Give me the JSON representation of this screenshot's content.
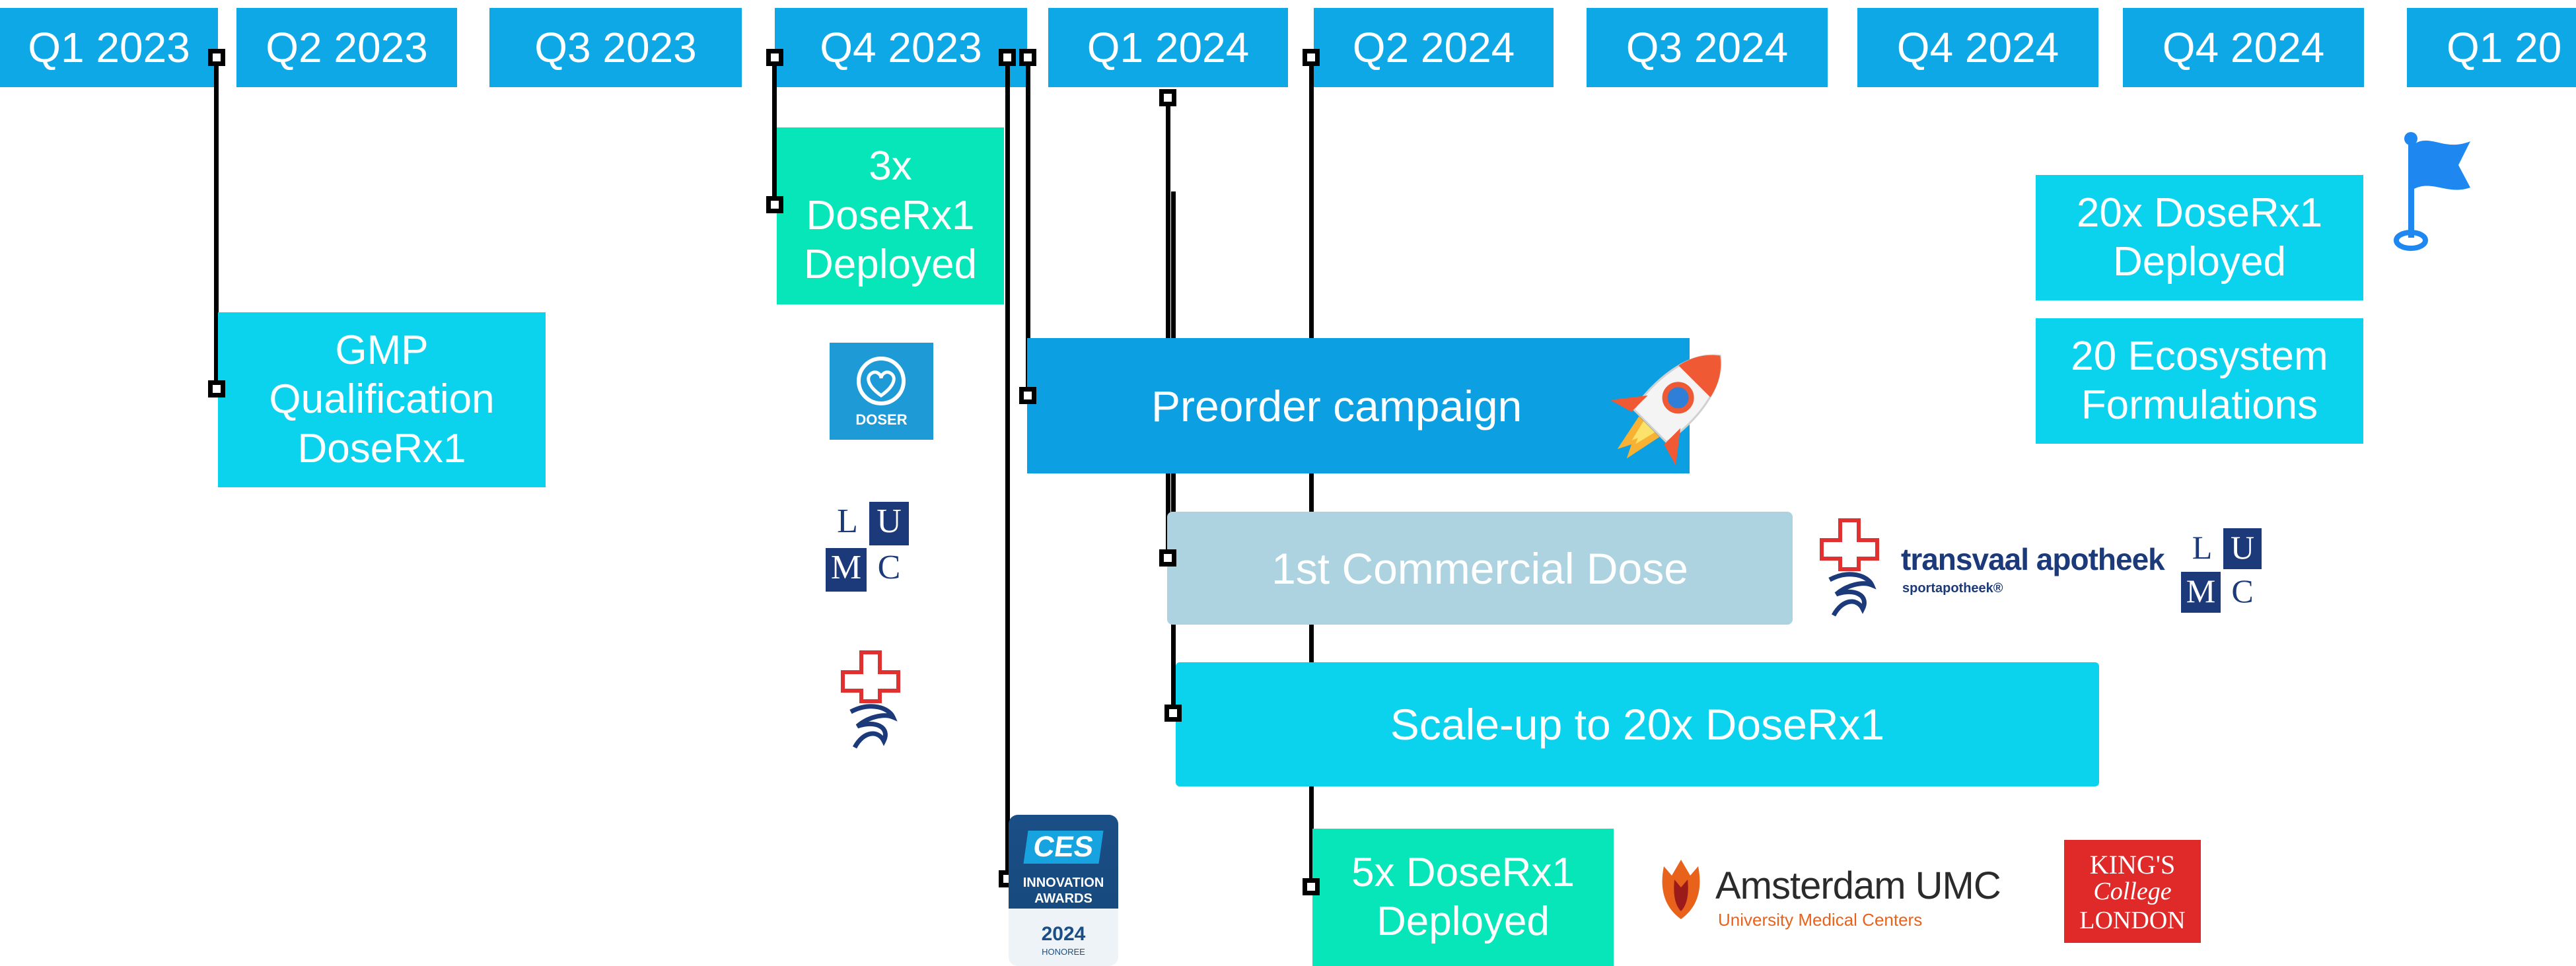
{
  "quarters": [
    "Q1 2023",
    "Q2 2023",
    "Q3 2023",
    "Q4 2023",
    "Q1 2024",
    "Q2 2024",
    "Q3 2024",
    "Q4 2024",
    "Q4 2024",
    "Q1 20"
  ],
  "milestones": {
    "gmp": [
      "GMP",
      "Qualification",
      "DoseRx1"
    ],
    "deployed_3x": [
      "3x",
      "DoseRx1",
      "Deployed"
    ],
    "preorder": "Preorder campaign",
    "first_dose": "1st Commercial Dose",
    "scale_up": "Scale-up to 20x DoseRx1",
    "deployed_5x": [
      "5x DoseRx1",
      "Deployed"
    ],
    "deployed_20x": [
      "20x DoseRx1",
      "Deployed"
    ],
    "ecosystem": [
      "20 Ecosystem",
      "Formulations"
    ]
  },
  "logos": {
    "doser": "DOSER",
    "lumc": [
      "L",
      "U",
      "M",
      "C"
    ],
    "transvaal": [
      "transvaal apotheek",
      "sportapotheek®"
    ],
    "ces": [
      "CES",
      "INNOVATION",
      "AWARDS",
      "2024",
      "HONOREE"
    ],
    "amsterdam": [
      "Amsterdam UMC",
      "University Medical Centers"
    ],
    "kings": [
      "KING'S",
      "College",
      "LONDON"
    ]
  },
  "icons": [
    "rocket-icon",
    "flag-icon",
    "pharmacy-cross-icon",
    "doser-heart-icon",
    "amsterdam-tulip-icon"
  ],
  "colors": {
    "quarter_header": "#0fa8e6",
    "cyan": "#0bd3ee",
    "green": "#07e6b8",
    "blue": "#0c9fe2",
    "grey": "#acd3df",
    "flag": "#1e88f0",
    "kings_red": "#e02a2a",
    "lumc_navy": "#1c3a7a"
  }
}
